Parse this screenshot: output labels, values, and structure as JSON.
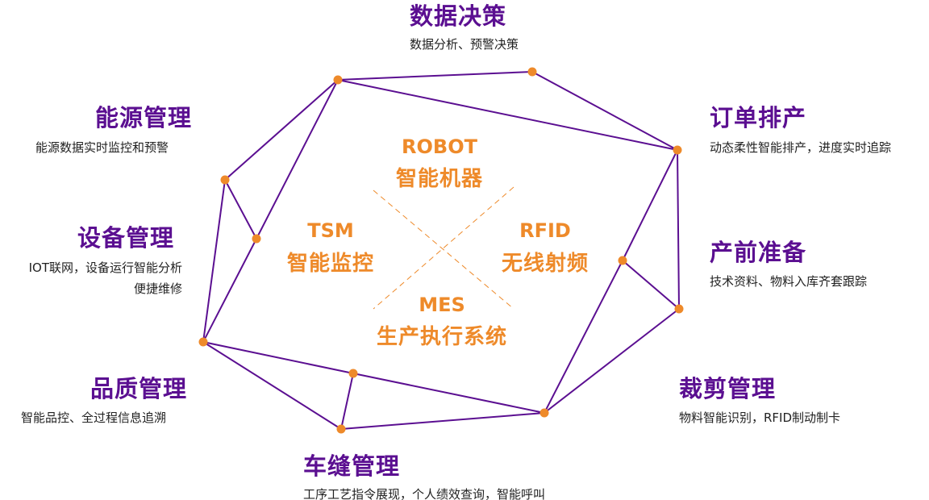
{
  "colors": {
    "title": "#5b0f91",
    "edge": "#5b0f91",
    "vertex": "#ee8a2a",
    "center_text": "#ee8a2a",
    "description": "#222222"
  },
  "nodes": {
    "data_decision": {
      "title": "数据决策",
      "desc": "数据分析、预警决策"
    },
    "order_scheduling": {
      "title": "订单排产",
      "desc": "动态柔性智能排产，进度实时追踪"
    },
    "production_prep": {
      "title": "产前准备",
      "desc": "技术资料、物料入库齐套跟踪"
    },
    "cutting_management": {
      "title": "裁剪管理",
      "desc": "物料智能识别，RFID制动制卡"
    },
    "sewing_management": {
      "title": "车缝管理",
      "desc": "工序工艺指令展现，个人绩效查询，智能呼叫"
    },
    "quality_management": {
      "title": "品质管理",
      "desc": "智能品控、全过程信息追溯"
    },
    "equipment_management": {
      "title": "设备管理",
      "desc_line1": "IOT联网，设备运行智能分析",
      "desc_line2": "便捷维修"
    },
    "energy_management": {
      "title": "能源管理",
      "desc": "能源数据实时监控和预警"
    }
  },
  "center": {
    "top": {
      "en": "ROBOT",
      "cn": "智能机器"
    },
    "left": {
      "en": "TSM",
      "cn": "智能监控"
    },
    "right": {
      "en": "RFID",
      "cn": "无线射频"
    },
    "bottom": {
      "en": "MES",
      "cn": "生产执行系统"
    }
  }
}
